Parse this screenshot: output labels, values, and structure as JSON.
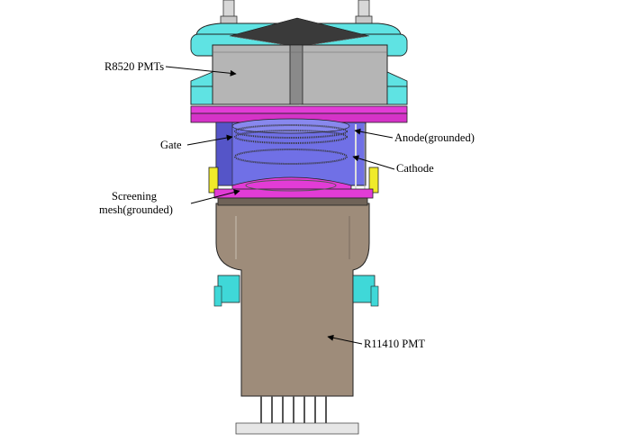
{
  "labels": {
    "pmt_top": "R8520 PMTs",
    "gate": "Gate",
    "anode": "Anode(grounded)",
    "cathode": "Cathode",
    "screening_line1": "Screening",
    "screening_line2": "mesh(grounded)",
    "pmt_bottom": "R11410 PMT"
  },
  "colors": {
    "flange_cyan": "#5fe3e3",
    "pmt_gray": "#b5b5b5",
    "ring_magenta": "#e23cd6",
    "drift_blue": "#7070e6",
    "pmt_body_brown": "#9e8c7a",
    "support_yellow": "#f0ea2a",
    "mount_cyan": "#3fd8d8"
  }
}
